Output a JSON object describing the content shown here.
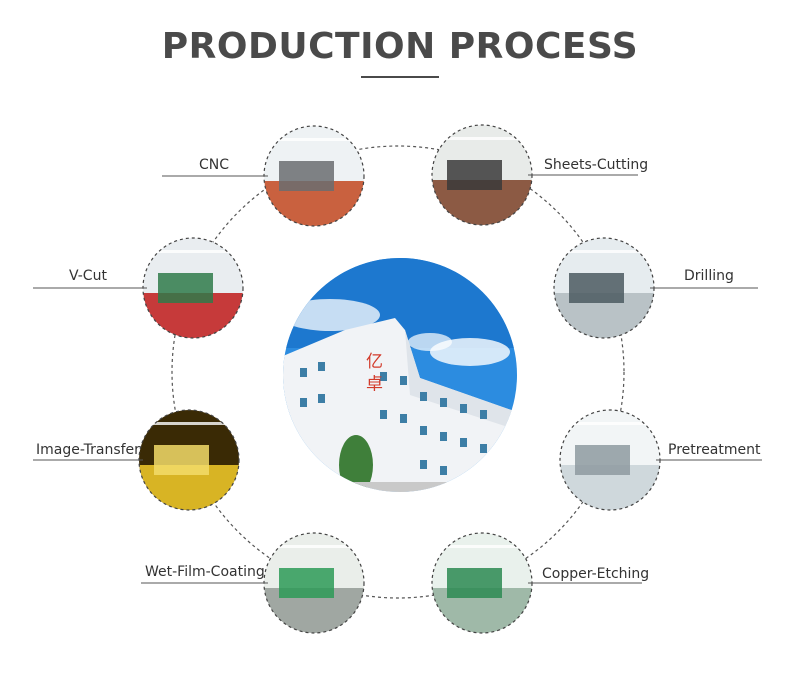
{
  "title": "PRODUCTION PROCESS",
  "center": {
    "name": "factory-building-photo",
    "sign_text": "亿 卓",
    "sky_colors": [
      "#1f82d6",
      "#6cb8ef"
    ]
  },
  "steps": [
    {
      "label": "CNC",
      "icon": "cnc-workshop-photo",
      "colors": [
        "#eef2f4",
        "#c9613f",
        "#6a6d70"
      ]
    },
    {
      "label": "Sheets-Cutting",
      "icon": "sheet-cutting-machine-photo",
      "colors": [
        "#e8ebe9",
        "#8c5a44",
        "#3a3a3a"
      ]
    },
    {
      "label": "Drilling",
      "icon": "drilling-machine-photo",
      "colors": [
        "#e6ecef",
        "#b9c2c6",
        "#4b5b60"
      ]
    },
    {
      "label": "Pretreatment",
      "icon": "pretreatment-line-photo",
      "colors": [
        "#f2f5f6",
        "#cfd8dc",
        "#8e9aa0"
      ]
    },
    {
      "label": "Copper-Etching",
      "icon": "copper-etching-line-photo",
      "colors": [
        "#e9f1ec",
        "#9fb9a8",
        "#2c8a52"
      ]
    },
    {
      "label": "Wet-Film-Coating",
      "icon": "wet-film-coating-photo",
      "colors": [
        "#eaeeea",
        "#a0a7a2",
        "#2d9a57"
      ]
    },
    {
      "label": "Image-Transfer",
      "icon": "image-transfer-room-photo",
      "colors": [
        "#3a2a05",
        "#d8b424",
        "#f3dc6a"
      ]
    },
    {
      "label": "V-Cut",
      "icon": "v-cut-machine-photo",
      "colors": [
        "#e9edf0",
        "#c63a3a",
        "#2f7a4a"
      ]
    }
  ]
}
